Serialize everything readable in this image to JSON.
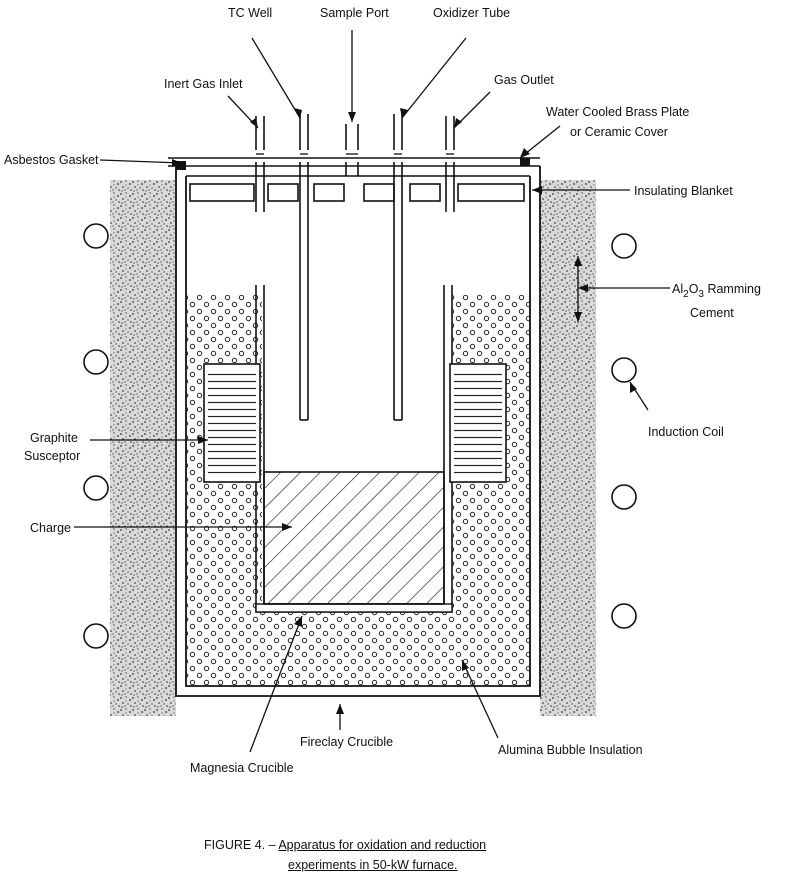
{
  "labels": {
    "tc_well": "TC Well",
    "sample_port": "Sample Port",
    "oxidizer_tube": "Oxidizer Tube",
    "inert_gas_inlet": "Inert Gas Inlet",
    "gas_outlet": "Gas Outlet",
    "water_cooled_plate_1": "Water Cooled Brass Plate",
    "water_cooled_plate_2": "or Ceramic Cover",
    "asbestos_gasket": "Asbestos Gasket",
    "insulating_blanket": "Insulating Blanket",
    "ramming_cement_formula": "Al",
    "ramming_cement_sub1": "2",
    "ramming_cement_o": "O",
    "ramming_cement_sub2": "3",
    "ramming_cement_rest": " Ramming",
    "ramming_cement_2": "Cement",
    "induction_coil": "Induction Coil",
    "graphite_susceptor_1": "Graphite",
    "graphite_susceptor_2": "Susceptor",
    "charge": "Charge",
    "fireclay_crucible": "Fireclay Crucible",
    "magnesia_crucible": "Magnesia Crucible",
    "alumina_bubble": "Alumina Bubble Insulation"
  },
  "caption": {
    "prefix": "FIGURE 4. – ",
    "line1": "Apparatus for oxidation and reduction",
    "line2": "experiments in 50-kW furnace."
  }
}
